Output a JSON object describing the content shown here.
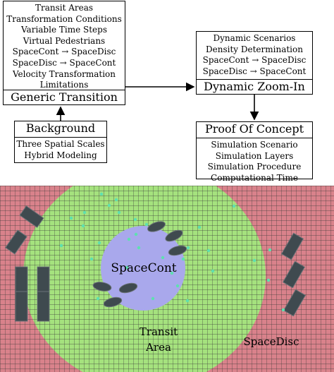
{
  "generic": {
    "items": [
      "Transit Areas",
      "Transformation Conditions",
      "Variable Time Steps",
      "Virtual Pedestrians",
      "SpaceCont → SpaceDisc",
      "SpaceDisc → SpaceCont",
      "Velocity Transformation",
      "Limitations"
    ],
    "title": "Generic Transition"
  },
  "background": {
    "title": "Background",
    "items": [
      "Three Spatial Scales",
      "Hybrid Modeling"
    ]
  },
  "dynamic": {
    "items": [
      "Dynamic Scenarios",
      "Density Determination",
      "SpaceCont → SpaceDisc",
      "SpaceDisc → SpaceCont"
    ],
    "title": "Dynamic Zoom-In"
  },
  "proof": {
    "title": "Proof Of Concept",
    "items": [
      "Simulation Scenario",
      "Simulation Layers",
      "Simulation Procedure",
      "Computational Time"
    ]
  },
  "simulation": {
    "space_cont_label": "SpaceCont",
    "transit_label_1": "Transit",
    "transit_label_2": "Area",
    "space_disc_label": "SpaceDisc"
  },
  "colors": {
    "disc_red": "#d9828b",
    "transit_green": "#a5e27e",
    "cont_purple": "#a9a8ec",
    "grid_line": "#3a3a3a",
    "obstacle": "#3f4a4f",
    "pedestrian_dot": "#5ee0b0",
    "arrow": "#000000"
  }
}
